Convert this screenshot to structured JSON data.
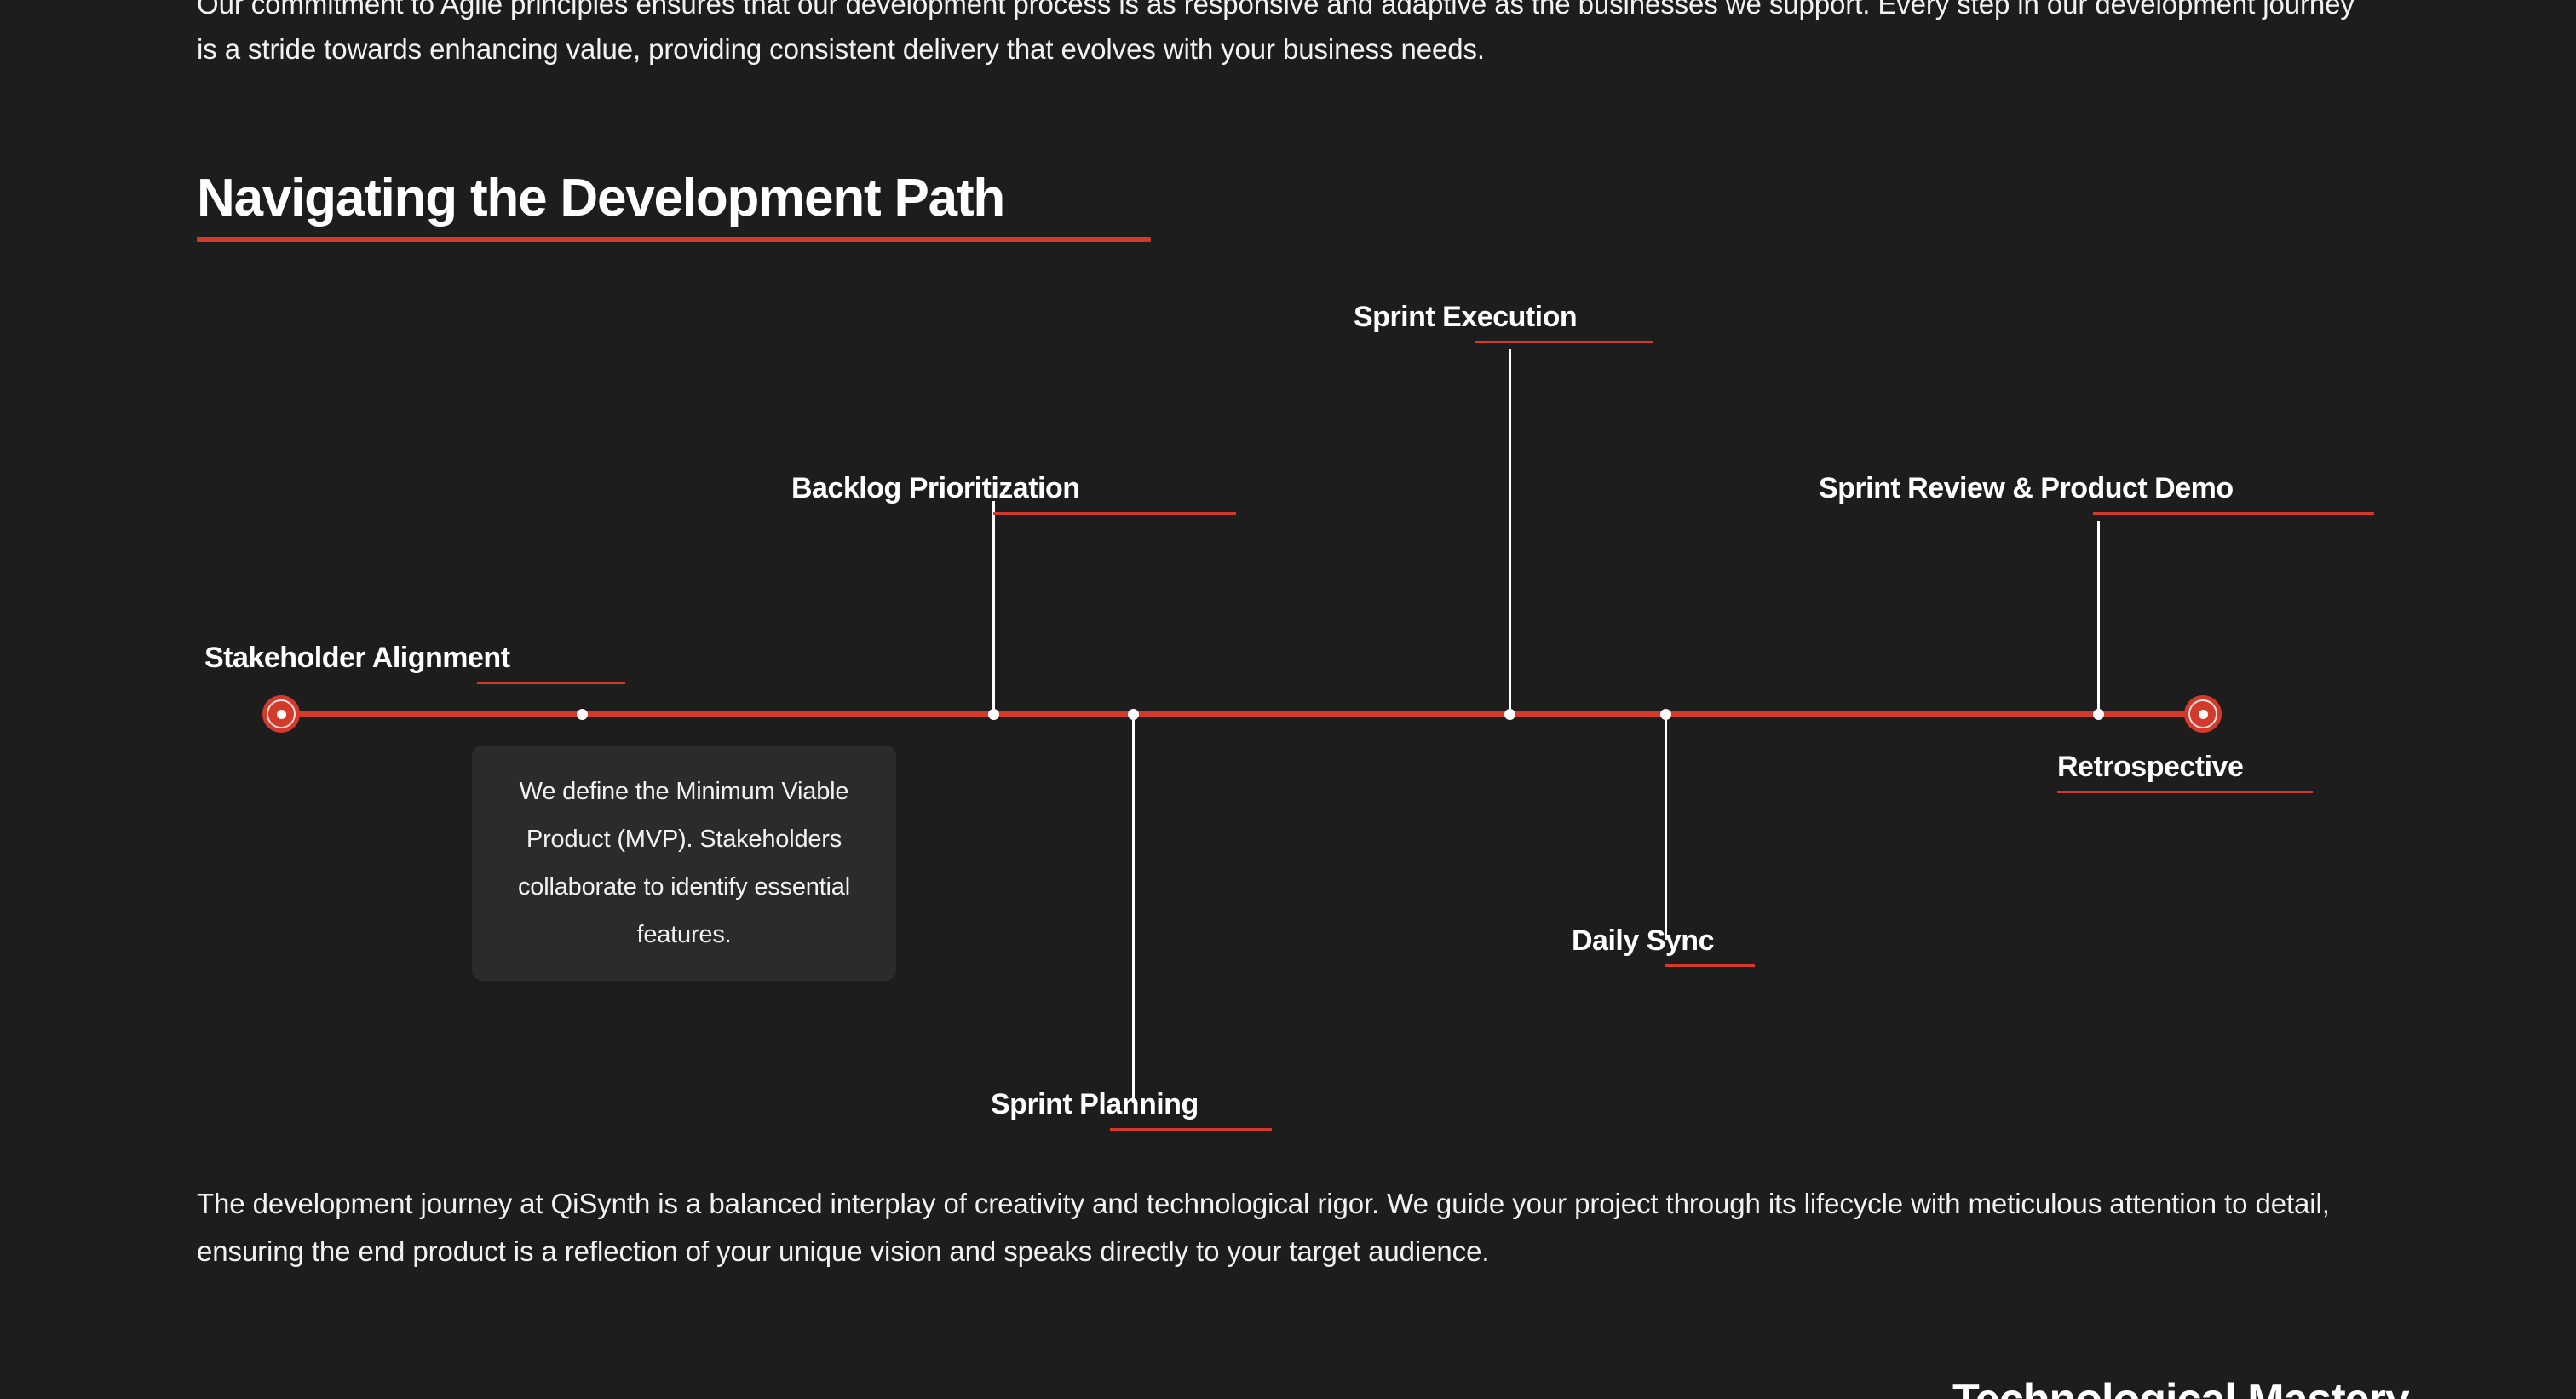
{
  "page": {
    "background_color": "#1d1d1d",
    "accent_color": "#d33a2c",
    "text_color": "#ffffff"
  },
  "intro": {
    "paragraph": "Our commitment to Agile principles ensures that our development process is as responsive and adaptive as the businesses we support. Every step in our development journey is a stride towards enhancing value, providing consistent delivery that evolves with your business needs."
  },
  "section": {
    "heading": "Navigating the Development Path"
  },
  "timeline": {
    "nodes": [
      {
        "label": "Stakeholder Alignment",
        "position": "above"
      },
      {
        "label": "Sprint Planning",
        "position": "below"
      },
      {
        "label": "Backlog Prioritization",
        "position": "above"
      },
      {
        "label": "Sprint Execution",
        "position": "above"
      },
      {
        "label": "Daily Sync",
        "position": "below"
      },
      {
        "label": "Sprint Review & Product Demo",
        "position": "above"
      },
      {
        "label": "Retrospective",
        "position": "below"
      }
    ],
    "tooltip": {
      "text": "We define the Minimum Viable Product (MVP). Stakeholders collaborate to identify essential features."
    }
  },
  "outro": {
    "paragraph": "The development journey at QiSynth is a balanced interplay of creativity and technological rigor. We guide your project through its lifecycle with meticulous attention to detail, ensuring the end product is a reflection of your unique vision and speaks directly to your target audience."
  },
  "next_section": {
    "heading": "Technological Mastery"
  }
}
